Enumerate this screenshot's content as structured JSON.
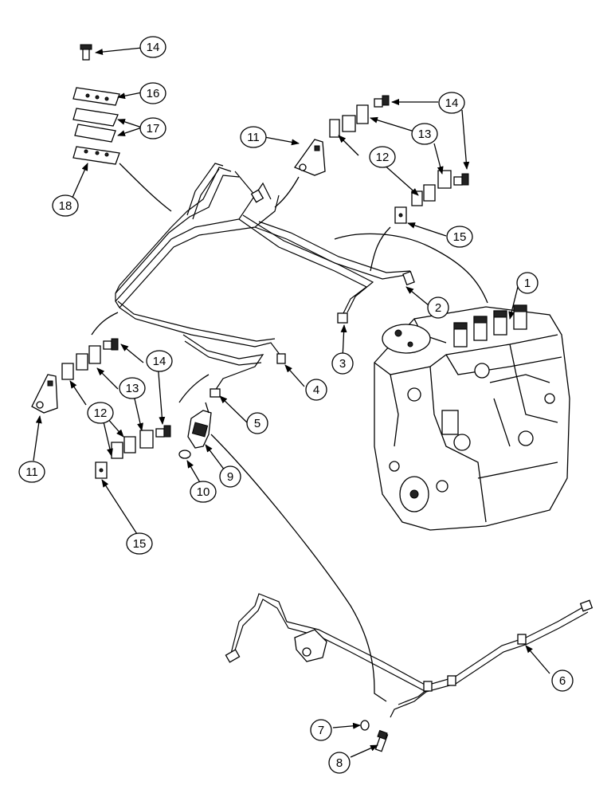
{
  "callouts": {
    "c1": "1",
    "c2": "2",
    "c3": "3",
    "c4": "4",
    "c5": "5",
    "c6": "6",
    "c7": "7",
    "c8": "8",
    "c9": "9",
    "c10": "10",
    "c11a": "11",
    "c11b": "11",
    "c12a": "12",
    "c12b": "12",
    "c13a": "13",
    "c13b": "13",
    "c14a": "14",
    "c14b": "14",
    "c14c": "14",
    "c15a": "15",
    "c15b": "15",
    "c16": "16",
    "c17": "17",
    "c18": "18"
  }
}
